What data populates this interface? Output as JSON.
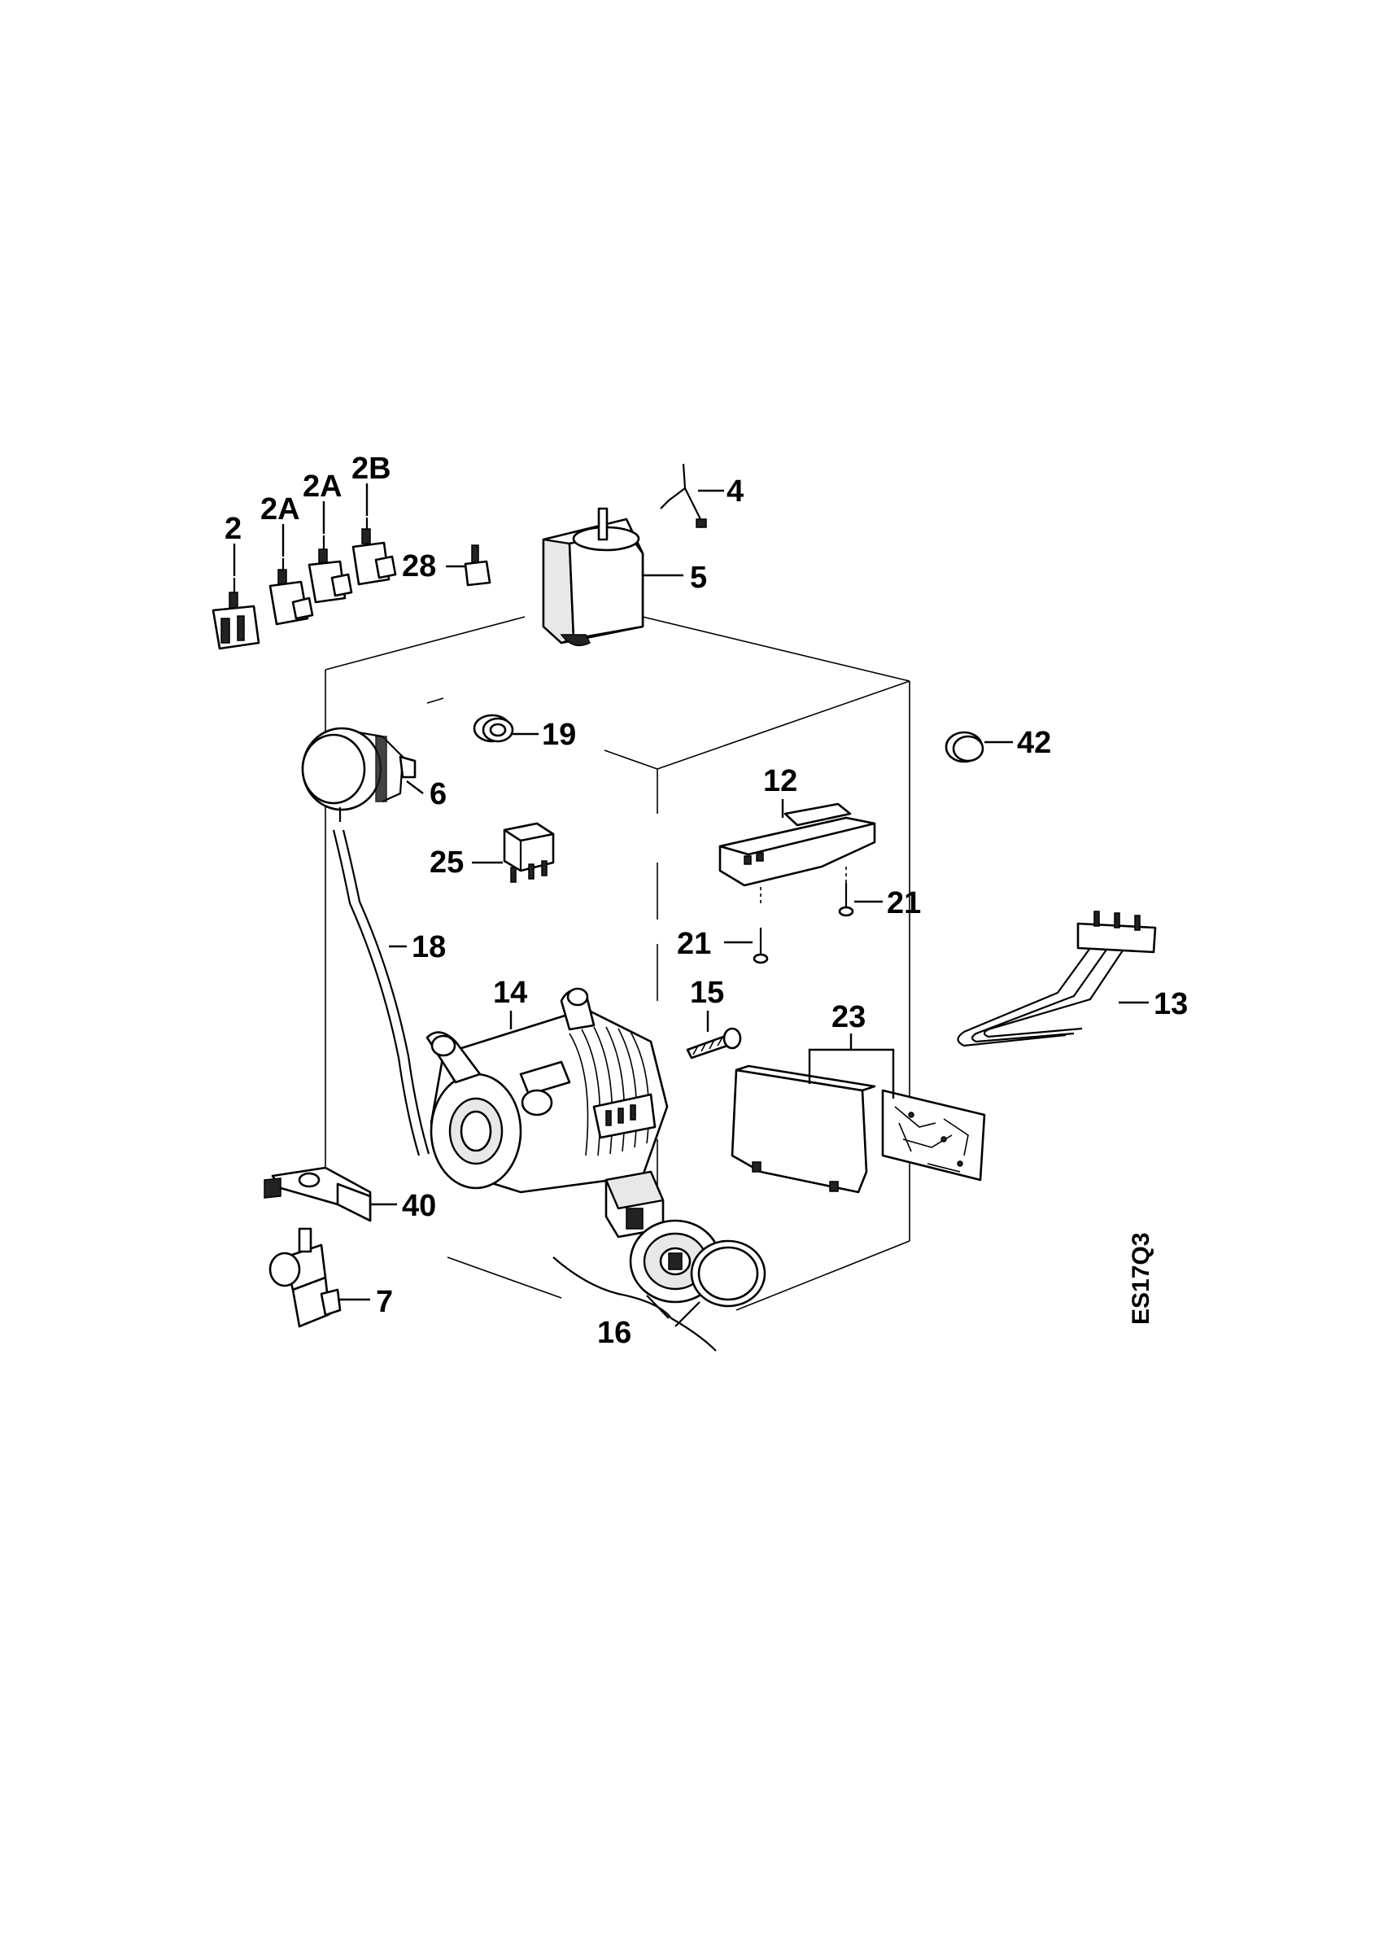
{
  "diagram": {
    "drawing_code": "ES17Q3",
    "callouts": [
      {
        "id": "c2",
        "text": "2"
      },
      {
        "id": "c2a1",
        "text": "2A"
      },
      {
        "id": "c2a2",
        "text": "2A"
      },
      {
        "id": "c2b",
        "text": "2B"
      },
      {
        "id": "c4",
        "text": "4"
      },
      {
        "id": "c28",
        "text": "28"
      },
      {
        "id": "c5",
        "text": "5"
      },
      {
        "id": "c19",
        "text": "19"
      },
      {
        "id": "c42",
        "text": "42"
      },
      {
        "id": "c6",
        "text": "6"
      },
      {
        "id": "c12",
        "text": "12"
      },
      {
        "id": "c25",
        "text": "25"
      },
      {
        "id": "c21a",
        "text": "21"
      },
      {
        "id": "c21b",
        "text": "21"
      },
      {
        "id": "c18",
        "text": "18"
      },
      {
        "id": "c14",
        "text": "14"
      },
      {
        "id": "c15",
        "text": "15"
      },
      {
        "id": "c13",
        "text": "13"
      },
      {
        "id": "c23",
        "text": "23"
      },
      {
        "id": "c40",
        "text": "40"
      },
      {
        "id": "c7",
        "text": "7"
      },
      {
        "id": "c16",
        "text": "16"
      }
    ]
  }
}
